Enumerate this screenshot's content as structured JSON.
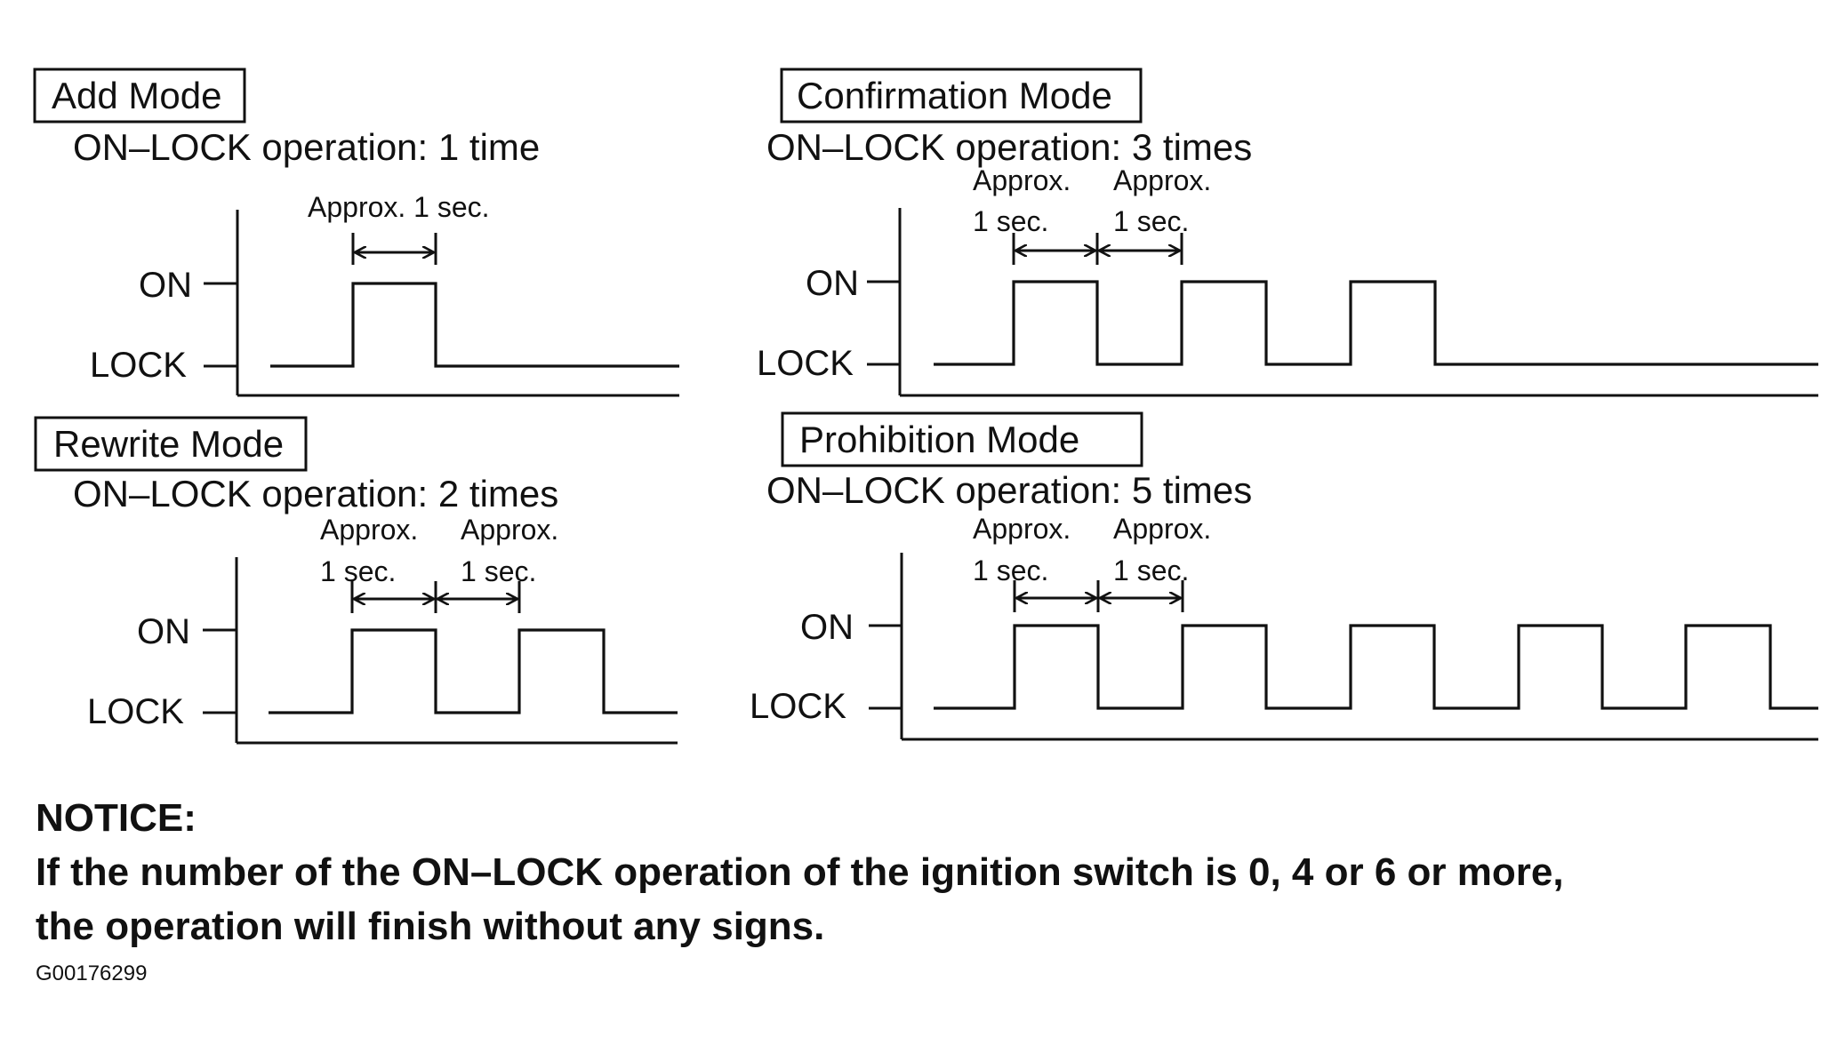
{
  "panels": {
    "add": {
      "title": "Add Mode",
      "operation": "ON–LOCK operation: 1 time",
      "on_label": "ON",
      "lock_label": "LOCK",
      "pulse_count": 1,
      "annotation_single": "Approx. 1 sec."
    },
    "confirmation": {
      "title": "Confirmation Mode",
      "operation": "ON–LOCK operation: 3 times",
      "on_label": "ON",
      "lock_label": "LOCK",
      "pulse_count": 3,
      "annotation_1_line1": "Approx.",
      "annotation_1_line2": "1 sec.",
      "annotation_2_line1": "Approx.",
      "annotation_2_line2": "1 sec."
    },
    "rewrite": {
      "title": "Rewrite Mode",
      "operation": "ON–LOCK operation: 2 times",
      "on_label": "ON",
      "lock_label": "LOCK",
      "pulse_count": 2,
      "annotation_1_line1": "Approx.",
      "annotation_1_line2": "1 sec.",
      "annotation_2_line1": "Approx.",
      "annotation_2_line2": "1 sec."
    },
    "prohibition": {
      "title": "Prohibition Mode",
      "operation": "ON–LOCK operation: 5 times",
      "on_label": "ON",
      "lock_label": "LOCK",
      "pulse_count": 5,
      "annotation_1_line1": "Approx.",
      "annotation_1_line2": "1 sec.",
      "annotation_2_line1": "Approx.",
      "annotation_2_line2": "1 sec."
    }
  },
  "notice": {
    "heading": "NOTICE:",
    "line1": "If the number of the ON–LOCK operation of the ignition switch is 0, 4 or 6 or more,",
    "line2": "the operation will finish without any signs."
  },
  "figure_code": "G00176299"
}
